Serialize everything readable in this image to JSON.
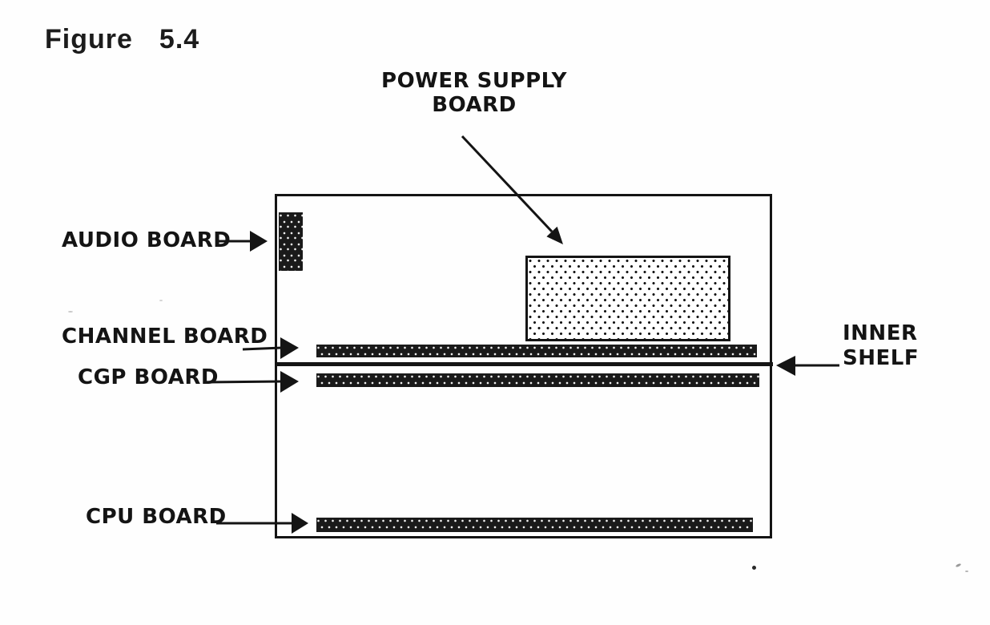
{
  "figure": {
    "label": "Figure",
    "number": "5.4"
  },
  "labels": {
    "power_supply_line1": "POWER SUPPLY",
    "power_supply_line2": "BOARD",
    "audio_board": "AUDIO BOARD",
    "channel_board": "CHANNEL BOARD",
    "cgp_board": "CGP BOARD",
    "cpu_board": "CPU BOARD",
    "inner_shelf_line1": "INNER",
    "inner_shelf_line2": "SHELF"
  },
  "colors": {
    "ink": "#141414",
    "paper": "#fefefe"
  }
}
